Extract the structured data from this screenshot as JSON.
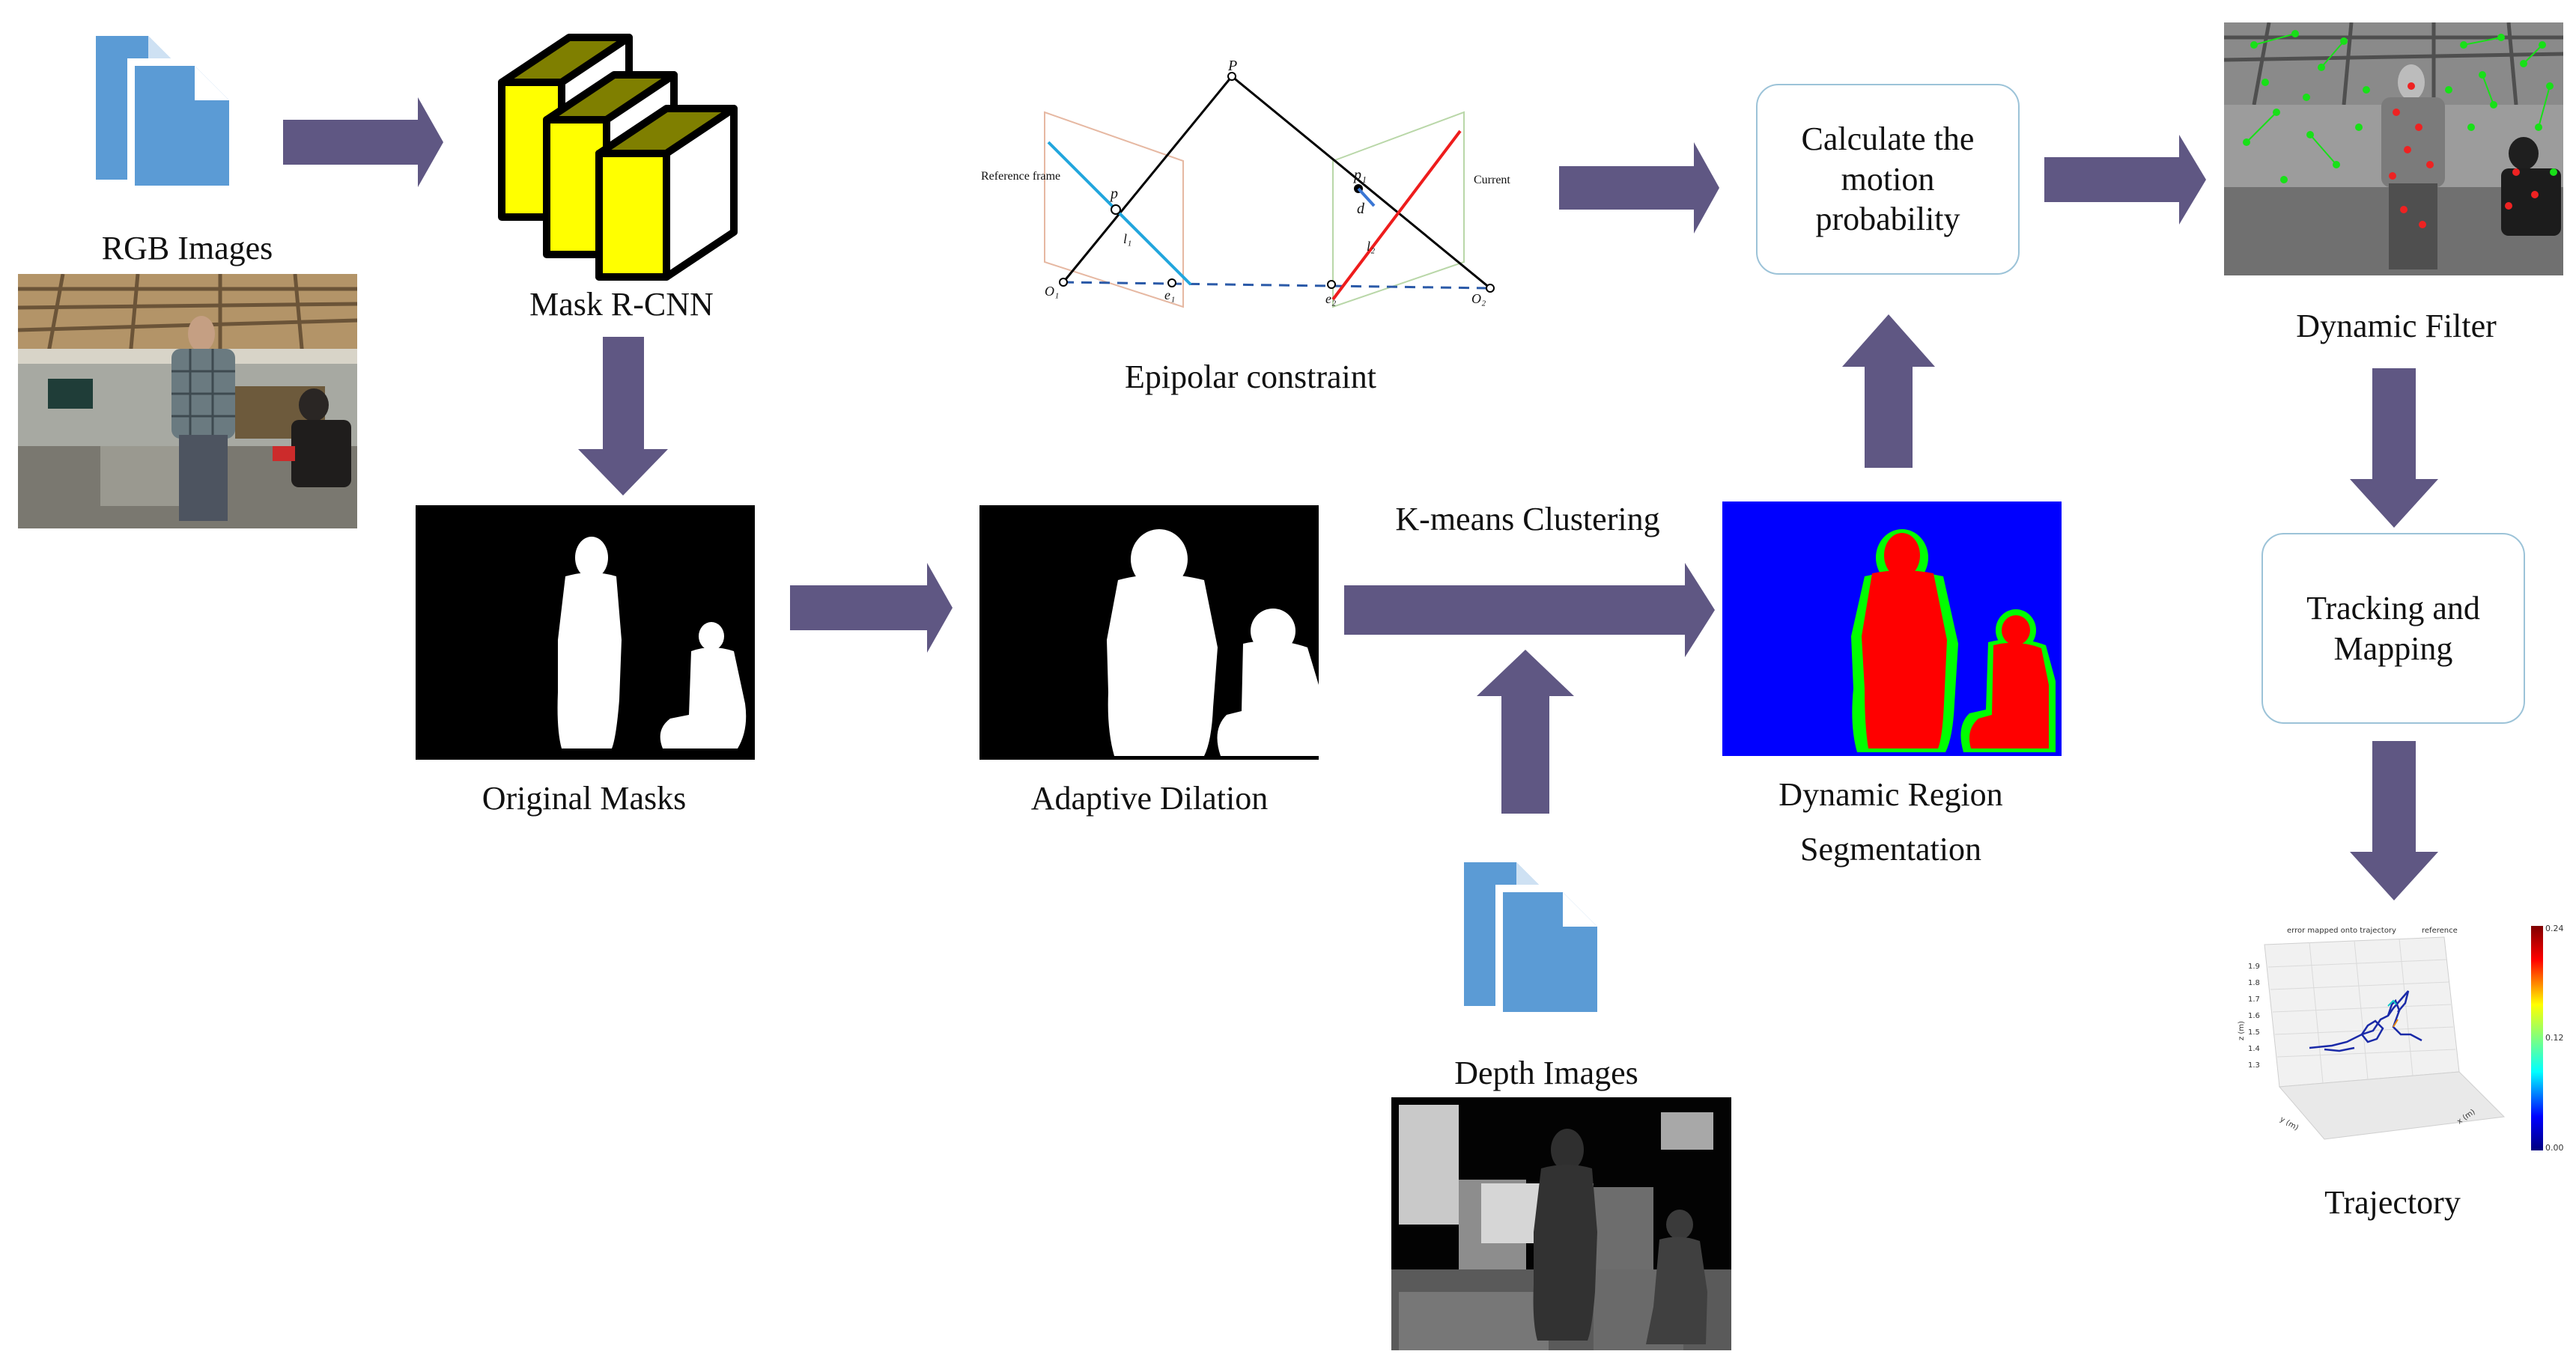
{
  "labels": {
    "rgb_images": "RGB Images",
    "mask_rcnn": "Mask R-CNN",
    "original_masks": "Original Masks",
    "adaptive_dilation": "Adaptive Dilation",
    "epipolar_constraint": "Epipolar constraint",
    "kmeans": "K-means Clustering",
    "dynamic_region_line1": "Dynamic Region",
    "dynamic_region_line2": "Segmentation",
    "depth_images": "Depth Images",
    "dynamic_filter": "Dynamic Filter",
    "trajectory": "Trajectory"
  },
  "boxes": {
    "motion_probability": "Calculate the motion probability",
    "tracking_mapping": "Tracking and Mapping"
  },
  "epipolar": {
    "P": "P",
    "reference_frame": "Reference frame",
    "current_frame": "Current frame",
    "p": "p",
    "p1": "p₁",
    "d": "d",
    "l1": "l₁",
    "l2": "l₂",
    "O1": "O₁",
    "O2": "O₂",
    "e1": "e₁",
    "e2": "e₂"
  },
  "trajectory_plot": {
    "title": "error mapped onto trajectory",
    "legend": "reference",
    "colorbar_max": "0.246",
    "colorbar_mid": "0.124",
    "colorbar_min": "0.003",
    "y_axis": "y (m)",
    "x_axis": "x (m)",
    "z_axis": "z (m)",
    "z_ticks": [
      "1.9",
      "1.8",
      "1.7",
      "1.6",
      "1.5",
      "1.4",
      "1.3"
    ]
  },
  "icons": {
    "rgb": "document-stack-icon",
    "depth": "document-stack-icon",
    "cnn": "neural-layers-icon"
  },
  "colors": {
    "arrow": "#5f5783",
    "doc_blue": "#5b9bd5",
    "cnn_yellow": "#ffff00",
    "cnn_olive": "#7f7f00",
    "seg_blue": "#0000ff",
    "seg_red": "#ff0000",
    "seg_green": "#00ff00",
    "box_border": "#9cc3d8"
  }
}
